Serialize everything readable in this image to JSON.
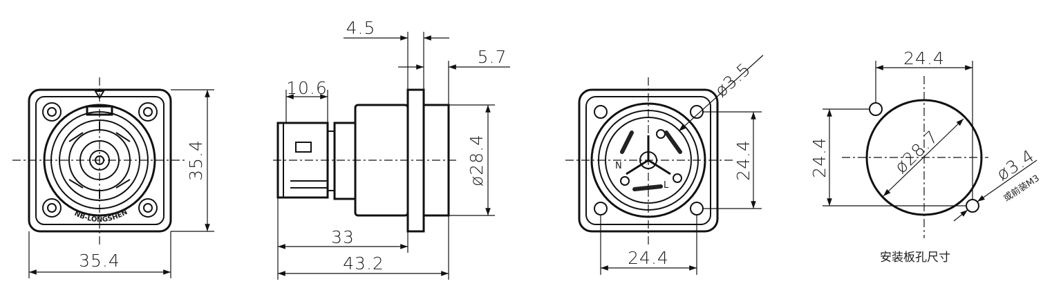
{
  "views": {
    "front": {
      "logo_text": "NB-LONGSHENG",
      "dim_height": "35.4",
      "dim_width": "35.4"
    },
    "side": {
      "dim_flange": "4.5",
      "dim_gap": "5.7",
      "dim_rear": "10.6",
      "dim_diameter": "ø28.4",
      "dim_body": "33",
      "dim_total": "43.2"
    },
    "rear": {
      "dim_hole": "ø3.5",
      "dim_height": "24.4",
      "dim_width": "24.4",
      "label_n": "N",
      "label_l": "L"
    },
    "cutout": {
      "dim_width": "24.4",
      "dim_height": "24.4",
      "dim_diameter": "ø28.7",
      "dim_hole": "ø3.4",
      "note_m3": "或前装M3",
      "caption": "安装板孔尺寸"
    }
  }
}
